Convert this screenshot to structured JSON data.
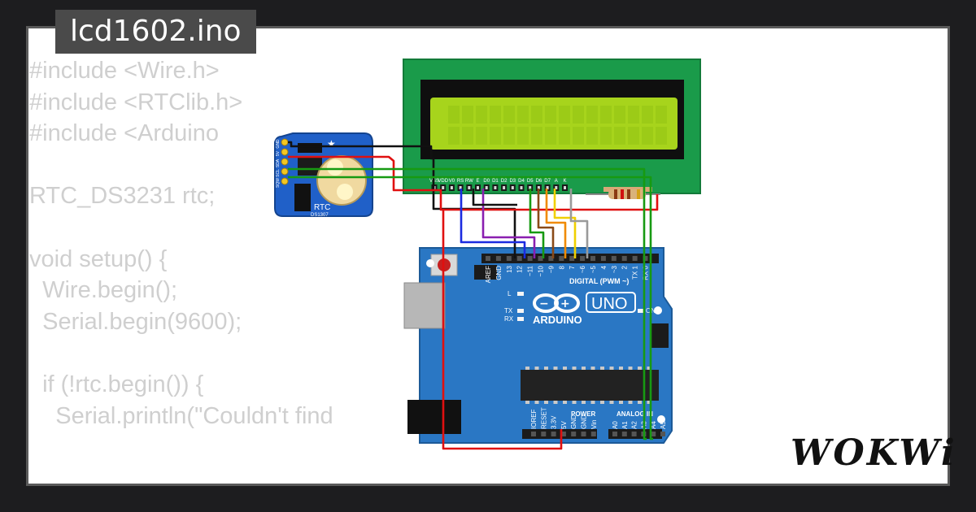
{
  "title": "lcd1602.ino",
  "code_lines": [
    "#include <Wire.h>",
    "#include <RTClib.h>",
    "#include <Arduino                              n libra",
    "",
    "RTC_DS3231 rtc;",
    "",
    "void setup() {",
    "  Wire.begin();",
    "  Serial.begin(9600);",
    "",
    "  if (!rtc.begin()) {",
    "    Serial.println(\"Couldn't find              your connect"
  ],
  "lcd": {
    "pin_labels": [
      "VSS",
      "VDD",
      "V0",
      "RS",
      "RW",
      "E",
      "D0",
      "D1",
      "D2",
      "D3",
      "D4",
      "D5",
      "D6",
      "D7",
      "A",
      "K"
    ],
    "screen_color": "#a7d41c",
    "body_color": "#1a9b4a"
  },
  "rtc": {
    "label": "RTC",
    "sublabel": "DS1307",
    "pin_labels": [
      "GND",
      "5V",
      "SDA",
      "SCL",
      "SQW"
    ],
    "board_color": "#2060c8"
  },
  "arduino": {
    "brand": "ARDUINO",
    "model": "UNO",
    "digital_header": "DIGITAL (PWM ~)",
    "digital_pins": [
      "AREF",
      "GND",
      "13",
      "12",
      "~11",
      "~10",
      "~9",
      "8",
      "7",
      "~6",
      "~5",
      "4",
      "~3",
      "2",
      "TX 1",
      "RX 0"
    ],
    "power_header": "POWER",
    "power_pins": [
      "IOREF",
      "RESET",
      "3.3V",
      "5V",
      "GND",
      "GND",
      "Vin"
    ],
    "analog_header": "ANALOG IN",
    "analog_pins": [
      "A0",
      "A1",
      "A2",
      "A3",
      "A4",
      "A5"
    ],
    "leds": [
      "L",
      "TX",
      "RX",
      "ON"
    ],
    "board_color": "#2a77c4"
  },
  "wire_colors": {
    "black": "#111111",
    "red": "#e01010",
    "blue": "#1b2be0",
    "purple": "#8a1fb0",
    "green": "#179a12",
    "brown": "#8a4a18",
    "orange": "#f08a00",
    "yellow": "#f0d000",
    "gray": "#9a9a9a"
  },
  "logo": "WOKWi"
}
